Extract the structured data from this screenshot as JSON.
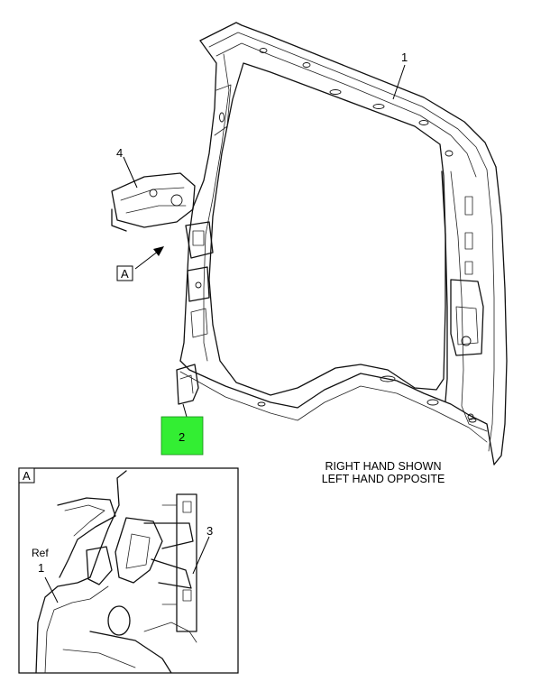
{
  "callouts": {
    "part_1": "1",
    "part_2": "2",
    "part_3": "3",
    "part_4": "4",
    "view_a_pointer": "A",
    "detail_a_tag": "A",
    "detail_ref_word": "Ref",
    "detail_ref_number": "1"
  },
  "note": {
    "line1": "RIGHT HAND SHOWN",
    "line2": "LEFT HAND OPPOSITE"
  },
  "colors": {
    "highlight_fill": "#33ee33",
    "line": "#111111",
    "background": "#ffffff"
  }
}
